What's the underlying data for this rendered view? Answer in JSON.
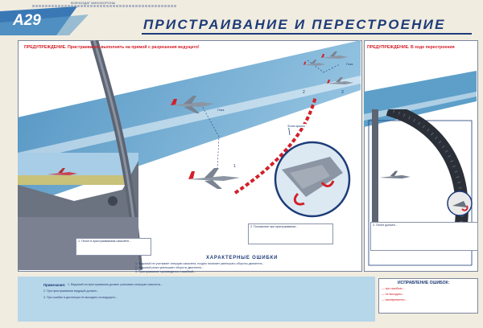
{
  "header": {
    "badge": "A29",
    "title": "ПРИСТРАИВАНИЕ И ПЕРЕСТРОЕНИЕ",
    "subtitle": "ВОЕНИЗДАТ МИНОБОРОНЫ"
  },
  "warnings": {
    "left": "ПРЕДУПРЕЖДЕНИЕ. Пристраивание выполнять на прямой с разрешения ведущего!",
    "right": "ПРЕДУПРЕЖДЕНИЕ. В ходе перестроения"
  },
  "labels": {
    "blind_zone": "Зона крыла",
    "marker_a": "Глаз",
    "marker_b": "Глаз",
    "num_1": "1",
    "num_2": "2",
    "num_3": "3"
  },
  "captions": {
    "c1": "1. Пилот в пристраиваемом самолёте...",
    "c2": "2. Положение при пристраивании...",
    "c3": "3. Пилот должен..."
  },
  "errors": {
    "title": "ХАРАКТЕРНЫЕ ОШИБКИ",
    "lines": [
      "1. Ведомый не учитывает инерцию самолета, поздно начинает уменьшать обороты двигателя...",
      "2. Ведомый резко уменьшает обороты двигателя...",
      "3. Пристраивание производится с ошибкой..."
    ]
  },
  "note": {
    "title": "Примечания:",
    "lines": [
      "1. Ведомый на пристраивании должен учитывать инерцию самолета...",
      "2. При пристраивании ведущий должен...",
      "3. При ошибке в дистанции не выходить на ведущего..."
    ]
  },
  "fix_box": {
    "title": "ИСПРАВЛЕНИЕ ОШИБОК:",
    "lines": [
      "— при ошибках...",
      "— не выходить...",
      "— своевременно..."
    ]
  },
  "colors": {
    "sky": "#5d9fc9",
    "sky_light": "#b6d6ea",
    "title_blue": "#1d3c78",
    "warning_red": "#d3202a",
    "ground": "#c8c27a",
    "cockpit": "#6b7280",
    "badge_blue": "#3a78b5"
  }
}
